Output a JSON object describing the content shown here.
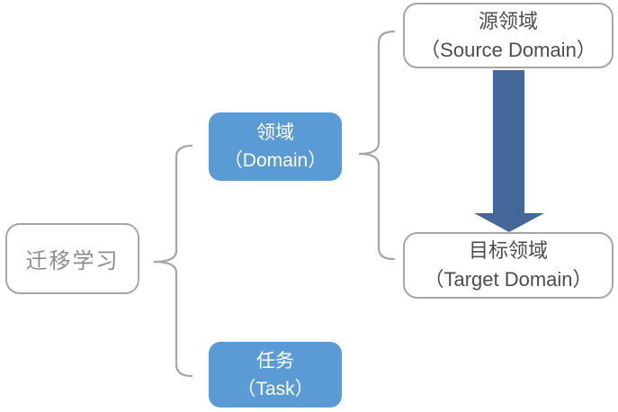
{
  "nodes": {
    "root": {
      "label": "迁移学习"
    },
    "domain": {
      "line1": "领域",
      "line2": "（Domain）"
    },
    "task": {
      "line1": "任务",
      "line2": "（Task）"
    },
    "source": {
      "line1": "源领域",
      "line2": "（Source Domain）"
    },
    "target": {
      "line1": "目标领域",
      "line2": "（Target Domain）"
    }
  },
  "colors": {
    "blue_box": "#5b9bd5",
    "arrow_blue": "#44679b",
    "outline_gray": "#a6a6a6",
    "root_text": "#8c8c8c",
    "white_box_text": "#4d4d4d",
    "blue_box_text": "#ffffff",
    "background": "#ffffff"
  }
}
